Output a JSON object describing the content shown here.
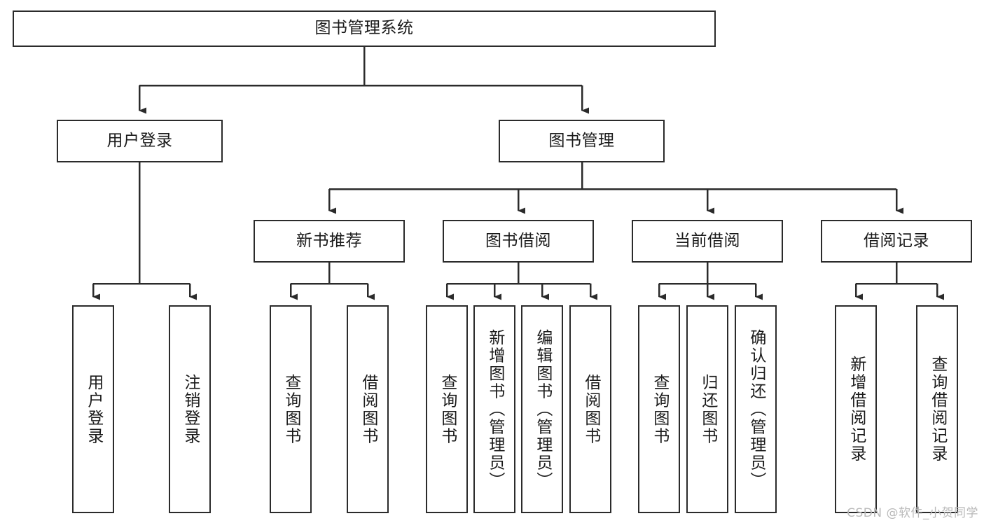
{
  "diagram": {
    "type": "tree",
    "title": "图书管理系统",
    "watermark": "CSDN @软件_小贺同学",
    "colors": {
      "box_border": "#2b2b2b",
      "box_fill": "#ffffff",
      "connector": "#2b2b2b",
      "watermark": "#b9b9b9",
      "background": "#ffffff"
    },
    "levels": {
      "root": {
        "label": "图书管理系统"
      },
      "level2": [
        {
          "id": "user-login",
          "label": "用户登录"
        },
        {
          "id": "book-management",
          "label": "图书管理"
        }
      ],
      "level3": [
        {
          "id": "new-book-recommend",
          "label": "新书推荐",
          "parent": "book-management"
        },
        {
          "id": "book-borrow",
          "label": "图书借阅",
          "parent": "book-management"
        },
        {
          "id": "current-borrow",
          "label": "当前借阅",
          "parent": "book-management"
        },
        {
          "id": "borrow-record",
          "label": "借阅记录",
          "parent": "book-management"
        }
      ],
      "leaves": [
        {
          "id": "leaf-user-login",
          "label": "用户登录",
          "parent": "user-login"
        },
        {
          "id": "leaf-logout",
          "label": "注销登录",
          "parent": "user-login"
        },
        {
          "id": "leaf-query-book-1",
          "label": "查询图书",
          "parent": "new-book-recommend"
        },
        {
          "id": "leaf-borrow-book-1",
          "label": "借阅图书",
          "parent": "new-book-recommend"
        },
        {
          "id": "leaf-query-book-2",
          "label": "查询图书",
          "parent": "book-borrow"
        },
        {
          "id": "leaf-add-book",
          "label": "新增图书（管理员）",
          "parent": "book-borrow"
        },
        {
          "id": "leaf-edit-book",
          "label": "编辑图书（管理员）",
          "parent": "book-borrow"
        },
        {
          "id": "leaf-borrow-book-2",
          "label": "借阅图书",
          "parent": "book-borrow"
        },
        {
          "id": "leaf-query-book-3",
          "label": "查询图书",
          "parent": "current-borrow"
        },
        {
          "id": "leaf-return-book",
          "label": "归还图书",
          "parent": "current-borrow"
        },
        {
          "id": "leaf-confirm-return",
          "label": "确认归还（管理员）",
          "parent": "current-borrow"
        },
        {
          "id": "leaf-add-record",
          "label": "新增借阅记录",
          "parent": "borrow-record"
        },
        {
          "id": "leaf-query-record",
          "label": "查询借阅记录",
          "parent": "borrow-record"
        }
      ]
    }
  }
}
